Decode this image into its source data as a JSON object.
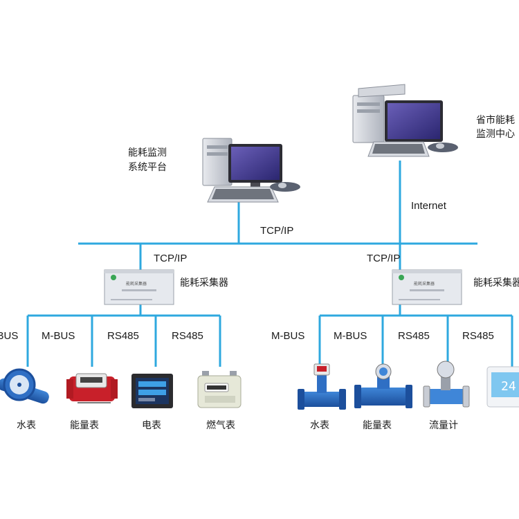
{
  "colors": {
    "line": "#2ea8df",
    "monitor": "#3f3a8a",
    "case": "#c9cdd6",
    "collector": "#e6e9ee"
  },
  "nodes": {
    "platform_label": [
      "能耗监测",
      "系统平台"
    ],
    "center_label": [
      "省市能耗",
      "监测中心"
    ],
    "collector_label": "能耗采集器",
    "collector_panel_title": "能耗采集器"
  },
  "links": {
    "internet": "Internet",
    "tcpip_top": "TCP/IP",
    "tcpip_left": "TCP/IP",
    "tcpip_right": "TCP/IP"
  },
  "left_group": {
    "protocols": [
      "M-BUS",
      "M-BUS",
      "RS485",
      "RS485"
    ],
    "devices": [
      "水表",
      "能量表",
      "电表",
      "燃气表"
    ]
  },
  "right_group": {
    "protocols": [
      "M-BUS",
      "M-BUS",
      "RS485",
      "RS485"
    ],
    "devices": [
      "水表",
      "能量表",
      "流量计",
      ""
    ],
    "thermostat_reading": "24"
  }
}
